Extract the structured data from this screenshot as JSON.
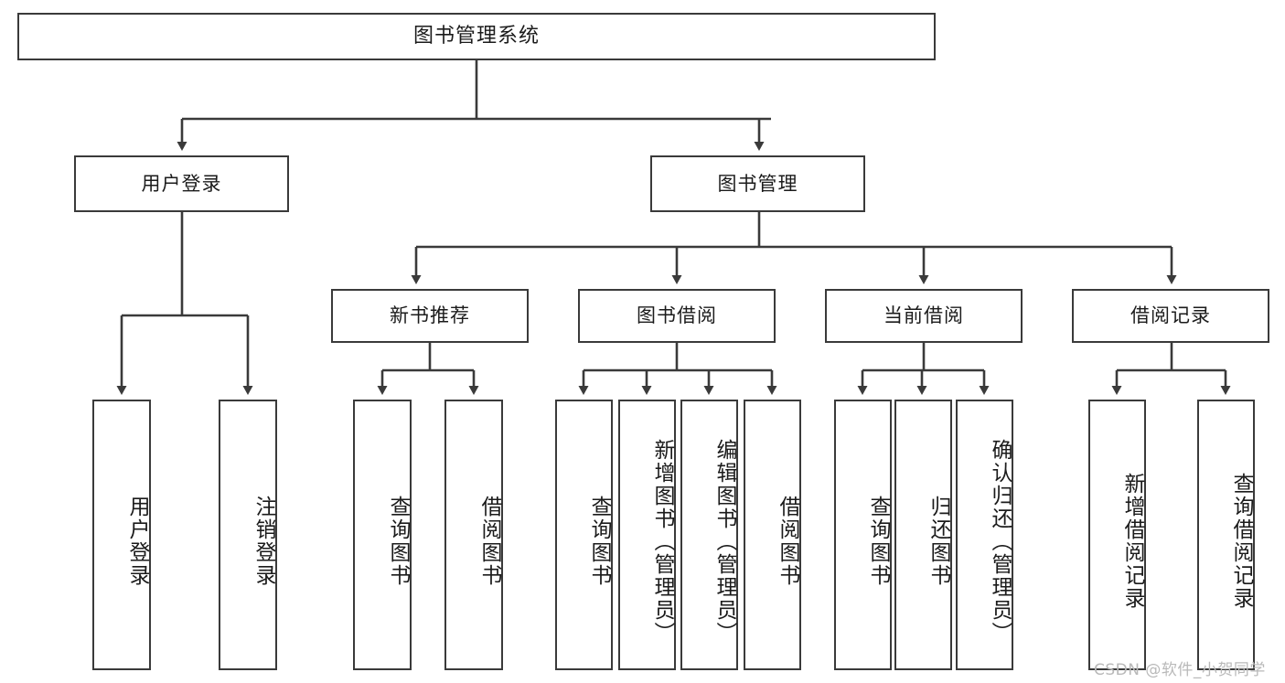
{
  "diagram": {
    "title": "图书管理系统",
    "watermark": "CSDN @软件_小贺同学",
    "colors": {
      "stroke": "#3a3a3a",
      "text": "#1b1b1b",
      "background": "#ffffff",
      "watermark": "#b9b9b9"
    },
    "nodes": {
      "root": {
        "label": "图书管理系统"
      },
      "level2": [
        {
          "id": "user-login",
          "label": "用户登录"
        },
        {
          "id": "book-manage",
          "label": "图书管理"
        }
      ],
      "level3": [
        {
          "id": "new-book-recommend",
          "label": "新书推荐"
        },
        {
          "id": "book-borrow",
          "label": "图书借阅"
        },
        {
          "id": "current-borrow",
          "label": "当前借阅"
        },
        {
          "id": "borrow-record",
          "label": "借阅记录"
        }
      ],
      "leaves": {
        "user-login": [
          {
            "id": "leaf-user-login",
            "label": "用户登录"
          },
          {
            "id": "leaf-logout-login",
            "label": "注销登录"
          }
        ],
        "new-book-recommend": [
          {
            "id": "leaf-query-book-1",
            "label": "查询图书"
          },
          {
            "id": "leaf-borrow-book-1",
            "label": "借阅图书"
          }
        ],
        "book-borrow": [
          {
            "id": "leaf-query-book-2",
            "label": "查询图书"
          },
          {
            "id": "leaf-add-book",
            "label": "新增图书（管理员）"
          },
          {
            "id": "leaf-edit-book",
            "label": "编辑图书（管理员）"
          },
          {
            "id": "leaf-borrow-book-2",
            "label": "借阅图书"
          }
        ],
        "current-borrow": [
          {
            "id": "leaf-query-book-3",
            "label": "查询图书"
          },
          {
            "id": "leaf-return-book",
            "label": "归还图书"
          },
          {
            "id": "leaf-confirm-return",
            "label": "确认归还（管理员）"
          }
        ],
        "borrow-record": [
          {
            "id": "leaf-add-record",
            "label": "新增借阅记录"
          },
          {
            "id": "leaf-query-record",
            "label": "查询借阅记录"
          }
        ]
      }
    }
  }
}
